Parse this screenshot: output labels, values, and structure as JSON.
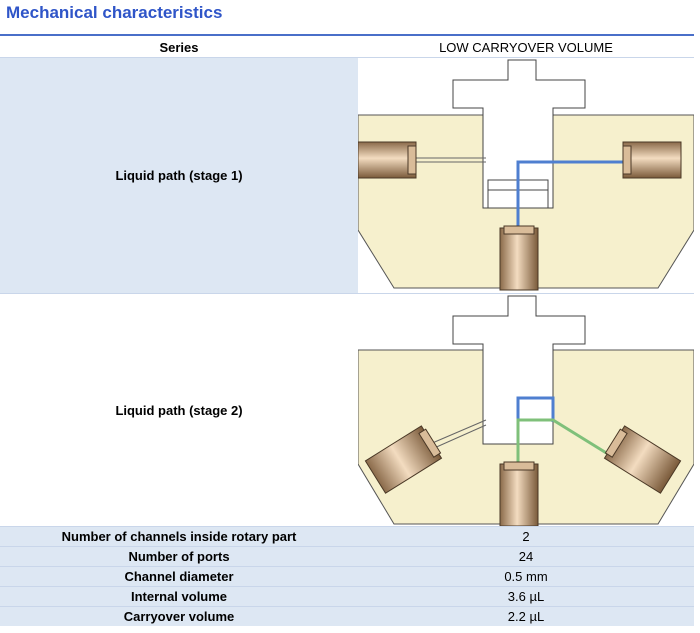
{
  "title": "Mechanical characteristics",
  "header": {
    "label": "Series",
    "value": "LOW CARRYOVER VOLUME"
  },
  "image_rows": [
    {
      "label": "Liquid path (stage 1)"
    },
    {
      "label": "Liquid path (stage 2)"
    }
  ],
  "spec_rows": [
    {
      "label": "Number of channels inside rotary part",
      "value": "2"
    },
    {
      "label": "Number of ports",
      "value": "24"
    },
    {
      "label": "Channel diameter",
      "value": "0.5 mm"
    },
    {
      "label": "Internal volume",
      "value": "3.6 µL"
    },
    {
      "label": "Carryover volume",
      "value": "2.2 µL"
    }
  ],
  "colors": {
    "title": "#2f55c8",
    "row_tint": "#dde7f3",
    "stator": "#f6f0cd",
    "channel_blue": "#4f7fd0",
    "channel_green": "#7fc07a"
  }
}
